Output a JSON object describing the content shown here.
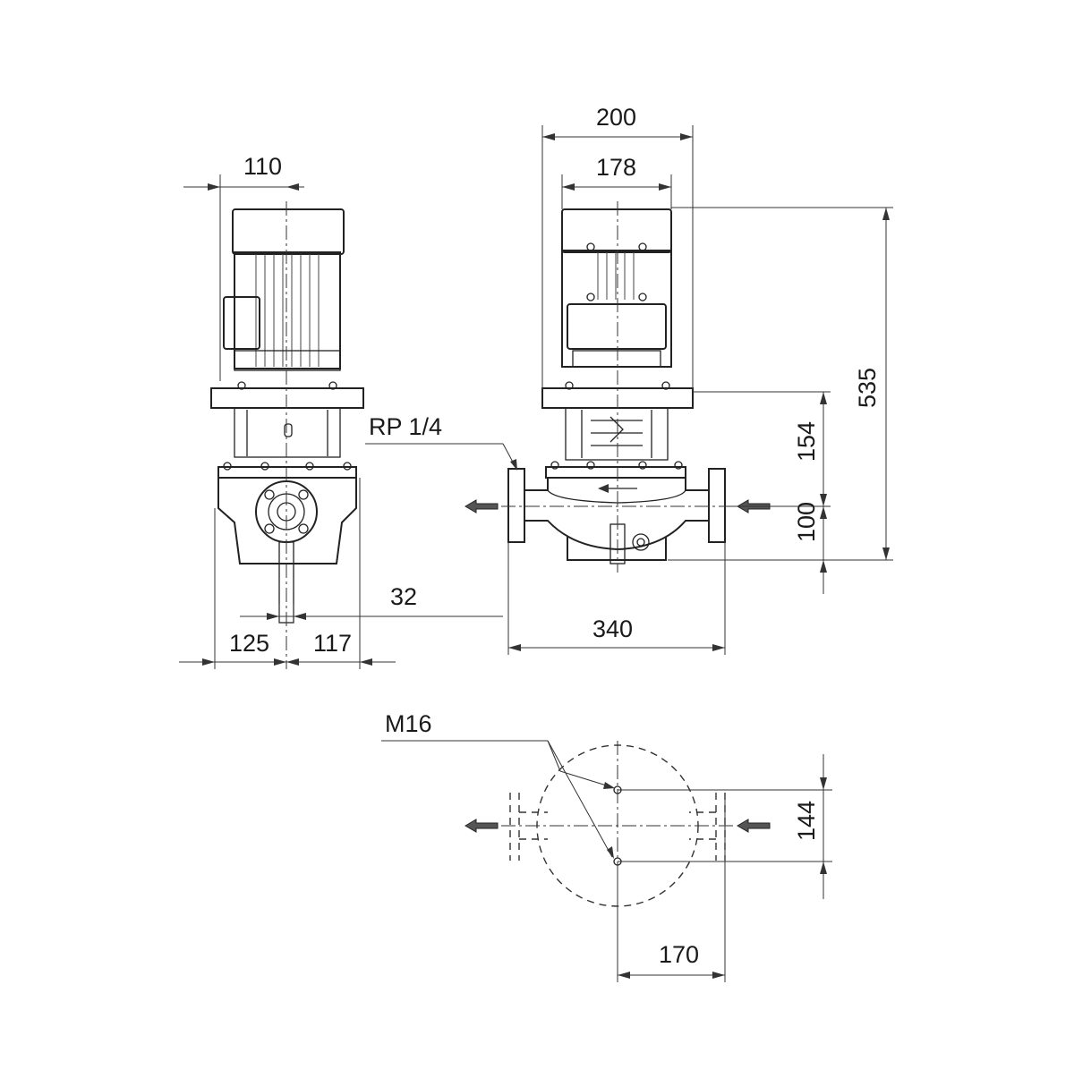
{
  "dimensions": {
    "side_motor_width": "110",
    "front_outer_width": "200",
    "front_motor_width": "178",
    "overall_height": "535",
    "stand_height": "154",
    "shaft_height": "100",
    "outlet_offset": "32",
    "left_depth": "125",
    "right_depth": "117",
    "port_to_port": "340",
    "bolt_spacing": "144",
    "foot_distance": "170"
  },
  "labels": {
    "vent_plug": "RP 1/4",
    "bolt_thread": "M16"
  }
}
